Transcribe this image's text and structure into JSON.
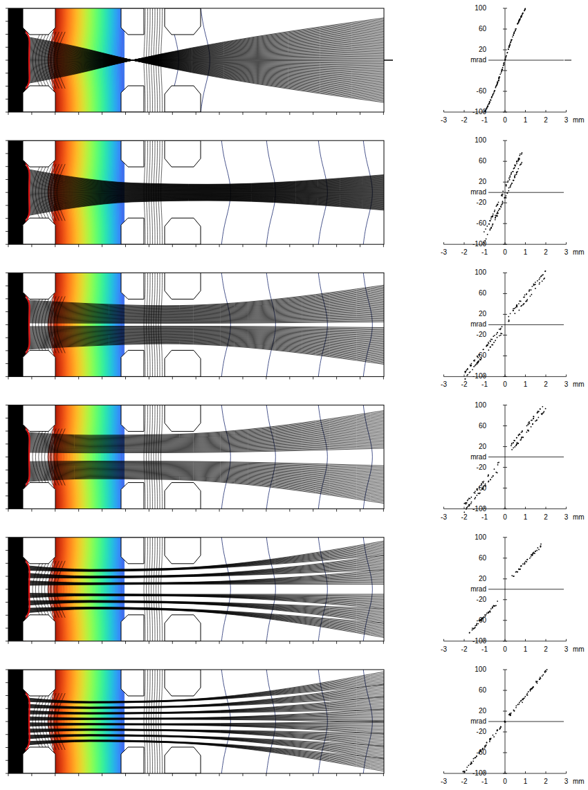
{
  "diagram": {
    "labels": [
      "100",
      "60",
      "20",
      "mrad",
      "-60",
      "-100",
      "-3",
      "-2",
      "-1",
      "0",
      "1",
      "2",
      "3",
      "mm",
      "100",
      "60",
      "20",
      "mrad",
      "-20",
      "-60",
      "-100",
      "-3",
      "-2",
      "-1",
      "0",
      "1",
      "2",
      "3",
      "mm",
      "100",
      "60",
      "20",
      "mrad",
      "-20",
      "-60",
      "-100",
      "-3",
      "-2",
      "-1",
      "0",
      "1",
      "2",
      "3",
      "mm",
      "100",
      "60",
      "20",
      "mrad",
      "-20",
      "-60",
      "-100",
      "-3",
      "-2",
      "-1",
      "0",
      "1",
      "2",
      "3",
      "mm",
      "100",
      "60",
      "20",
      "mrad",
      "-20",
      "-60",
      "-100",
      "-3",
      "-2",
      "-1",
      "0",
      "1",
      "2",
      "3",
      "mm",
      "100",
      "60",
      "20",
      "mrad",
      "-20",
      "-60",
      "-100",
      "-3",
      "-2",
      "-1",
      "0",
      "1",
      "2",
      "3",
      "mm"
    ]
  }
}
